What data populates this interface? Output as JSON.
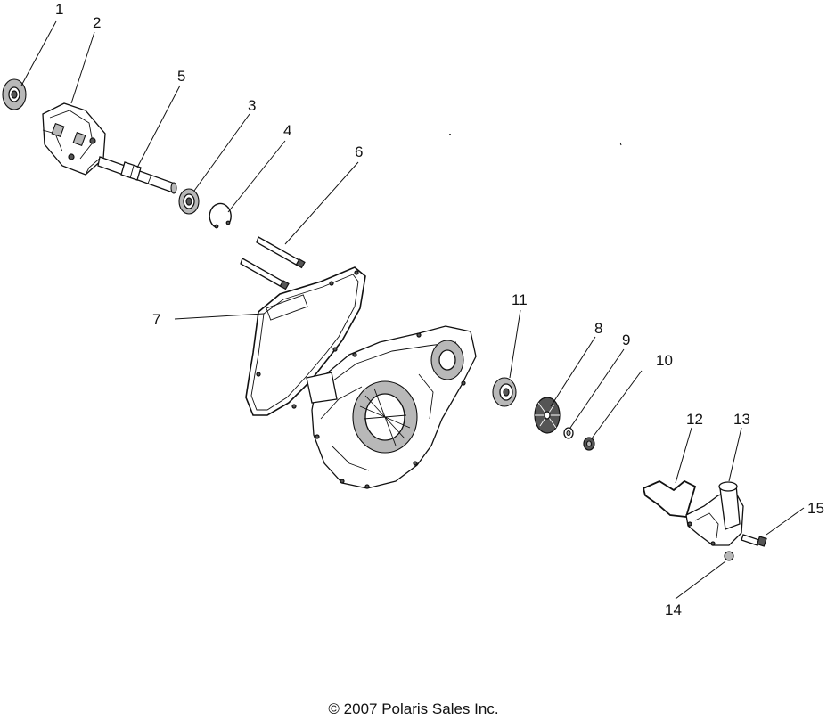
{
  "callouts": [
    {
      "id": "1",
      "label": "1"
    },
    {
      "id": "2",
      "label": "2"
    },
    {
      "id": "3",
      "label": "3"
    },
    {
      "id": "4",
      "label": "4"
    },
    {
      "id": "5",
      "label": "5"
    },
    {
      "id": "6",
      "label": "6"
    },
    {
      "id": "7",
      "label": "7"
    },
    {
      "id": "8",
      "label": "8"
    },
    {
      "id": "9",
      "label": "9"
    },
    {
      "id": "10",
      "label": "10"
    },
    {
      "id": "11",
      "label": "11"
    },
    {
      "id": "12",
      "label": "12"
    },
    {
      "id": "13",
      "label": "13"
    },
    {
      "id": "14",
      "label": "14"
    },
    {
      "id": "15",
      "label": "15"
    }
  ],
  "footer": {
    "copyright": "© 2007 Polaris Sales Inc."
  }
}
